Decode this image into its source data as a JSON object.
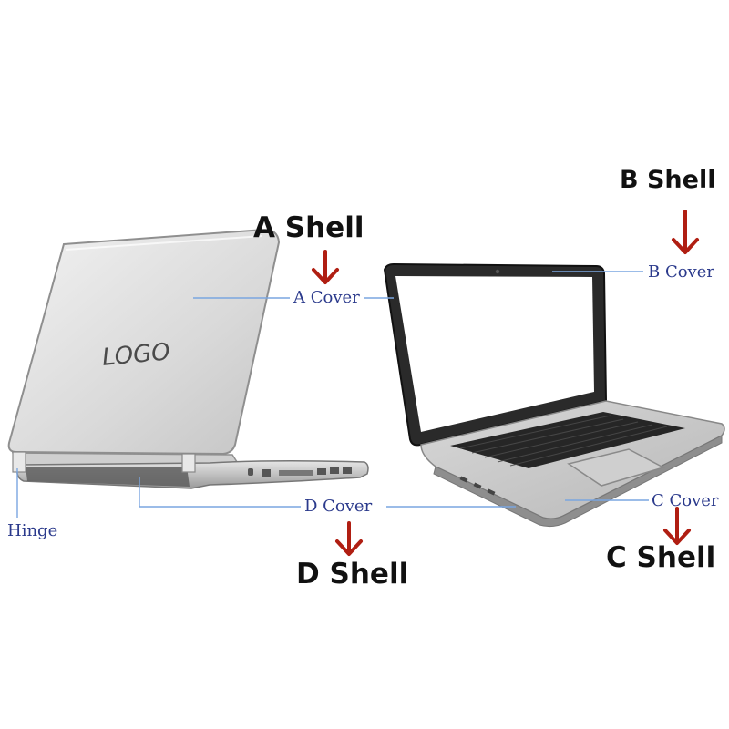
{
  "labels": {
    "a_shell": "A Shell",
    "b_shell": "B Shell",
    "c_shell": "C Shell",
    "d_shell": "D Shell",
    "a_cover": "A Cover",
    "b_cover": "B Cover",
    "c_cover": "C Cover",
    "d_cover": "D Cover",
    "hinge": "Hinge",
    "logo": "LOGO"
  },
  "colors": {
    "arrow": "#b01e12",
    "leader_line": "#7aa6e0",
    "cover_text": "#2b3a8c",
    "shell_text": "#111111"
  }
}
